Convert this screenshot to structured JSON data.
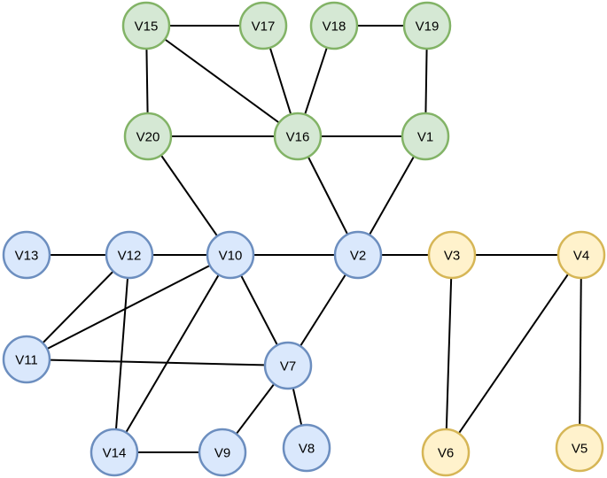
{
  "groups": {
    "green": {
      "fill": "#d5e8d4",
      "stroke": "#82b366"
    },
    "blue": {
      "fill": "#dae8fc",
      "stroke": "#6c8ebf"
    },
    "yellow": {
      "fill": "#fff2cc",
      "stroke": "#d6b656"
    }
  },
  "nodes": [
    {
      "id": "V15",
      "label": "V15",
      "group": "green"
    },
    {
      "id": "V17",
      "label": "V17",
      "group": "green"
    },
    {
      "id": "V18",
      "label": "V18",
      "group": "green"
    },
    {
      "id": "V19",
      "label": "V19",
      "group": "green"
    },
    {
      "id": "V20",
      "label": "V20",
      "group": "green"
    },
    {
      "id": "V16",
      "label": "V16",
      "group": "green"
    },
    {
      "id": "V1",
      "label": "V1",
      "group": "green"
    },
    {
      "id": "V13",
      "label": "V13",
      "group": "blue"
    },
    {
      "id": "V12",
      "label": "V12",
      "group": "blue"
    },
    {
      "id": "V10",
      "label": "V10",
      "group": "blue"
    },
    {
      "id": "V2",
      "label": "V2",
      "group": "blue"
    },
    {
      "id": "V11",
      "label": "V11",
      "group": "blue"
    },
    {
      "id": "V7",
      "label": "V7",
      "group": "blue"
    },
    {
      "id": "V14",
      "label": "V14",
      "group": "blue"
    },
    {
      "id": "V9",
      "label": "V9",
      "group": "blue"
    },
    {
      "id": "V8",
      "label": "V8",
      "group": "blue"
    },
    {
      "id": "V3",
      "label": "V3",
      "group": "yellow"
    },
    {
      "id": "V4",
      "label": "V4",
      "group": "yellow"
    },
    {
      "id": "V6",
      "label": "V6",
      "group": "yellow"
    },
    {
      "id": "V5",
      "label": "V5",
      "group": "yellow"
    }
  ],
  "edges": [
    [
      "V15",
      "V17"
    ],
    [
      "V15",
      "V20"
    ],
    [
      "V15",
      "V16"
    ],
    [
      "V17",
      "V16"
    ],
    [
      "V18",
      "V19"
    ],
    [
      "V18",
      "V16"
    ],
    [
      "V19",
      "V1"
    ],
    [
      "V20",
      "V16"
    ],
    [
      "V16",
      "V1"
    ],
    [
      "V20",
      "V10"
    ],
    [
      "V16",
      "V2"
    ],
    [
      "V1",
      "V2"
    ],
    [
      "V13",
      "V12"
    ],
    [
      "V12",
      "V10"
    ],
    [
      "V10",
      "V2"
    ],
    [
      "V2",
      "V3"
    ],
    [
      "V3",
      "V4"
    ],
    [
      "V12",
      "V11"
    ],
    [
      "V10",
      "V11"
    ],
    [
      "V12",
      "V14"
    ],
    [
      "V10",
      "V14"
    ],
    [
      "V10",
      "V7"
    ],
    [
      "V2",
      "V7"
    ],
    [
      "V11",
      "V7"
    ],
    [
      "V7",
      "V9"
    ],
    [
      "V7",
      "V8"
    ],
    [
      "V14",
      "V9"
    ],
    [
      "V3",
      "V6"
    ],
    [
      "V4",
      "V6"
    ],
    [
      "V4",
      "V5"
    ]
  ]
}
